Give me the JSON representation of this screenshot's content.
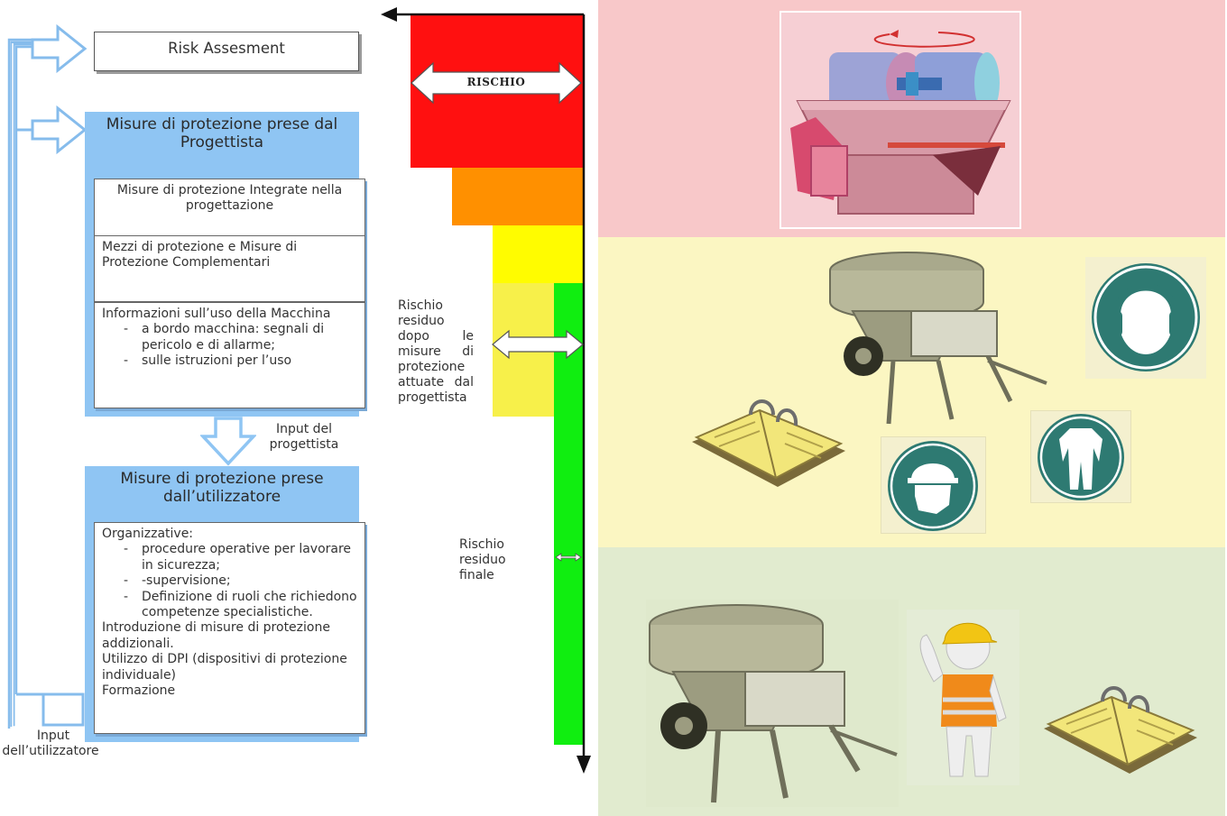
{
  "left_flow": {
    "risk_assessment": "Risk Assesment",
    "designer_panel": {
      "title": "Misure di protezione prese dal Progettista",
      "box1": "Misure di protezione Integrate nella progettazione",
      "box2": "Mezzi di protezione e Misure di Protezione Complementari",
      "box3_head": "Informazioni sull’uso della Macchina",
      "box3_items": [
        "a bordo macchina: segnali di pericolo e di allarme;",
        "sulle istruzioni per l’uso"
      ]
    },
    "designer_input": "Input del progettista",
    "user_panel": {
      "title": "Misure di protezione prese dall’utilizzatore",
      "org_head": "Organizzative:",
      "org_items": [
        "procedure operative per lavorare in sicurezza;",
        "-supervisione;",
        "Definizione di ruoli che richiedono competenze specialistiche."
      ],
      "extra_lines": [
        "Introduzione di misure di protezione addizionali.",
        "Utilizzo di DPI (dispositivi di protezione individuale)",
        "Formazione"
      ]
    },
    "user_input_line1": "Input",
    "user_input_line2": "dell’utilizzatore"
  },
  "risk_bar": {
    "rischio_label": "RISCHIO",
    "residual_after_designer": "Rischio residuo dopo le misure di protezione attuate dal progettista",
    "final_residual": "Rischio residuo finale",
    "colors": {
      "red": "#ff1010",
      "orange": "#ff9000",
      "yellow": "#fffc00",
      "light_yellow": "#f7f04a",
      "green": "#10ee10"
    }
  },
  "zones": {
    "top_color": "#f8c8c9",
    "middle_color": "#fbf6c2",
    "bottom_color": "#e1ebcf",
    "top_illustration": "rotating-mixer-machine",
    "middle_illustrations": [
      "mortar-mixer",
      "instruction-manual",
      "ear-protection-sign",
      "helmet-sign",
      "protective-suit-sign"
    ],
    "bottom_illustrations": [
      "mortar-mixer",
      "worker-in-safety-vest",
      "instruction-manual"
    ]
  }
}
